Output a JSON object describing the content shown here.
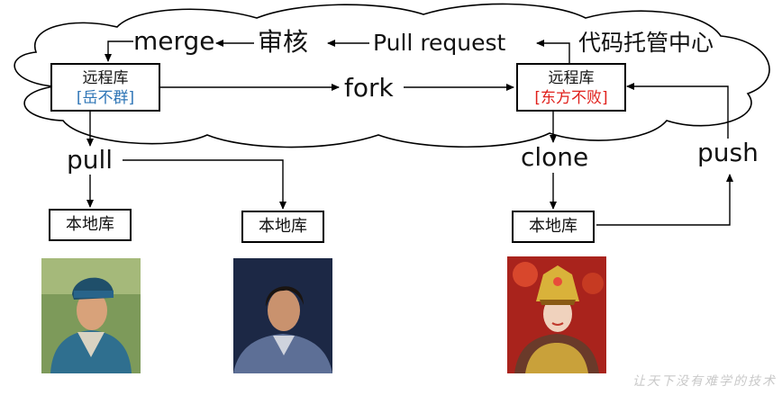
{
  "cloud": {
    "merge": "merge",
    "review": "审核",
    "pull_request": "Pull request",
    "hosting_center": "代码托管中心",
    "fork": "fork"
  },
  "repo_left": {
    "title": "远程库",
    "owner": "[岳不群]",
    "owner_color": "#2e75b6"
  },
  "repo_right": {
    "title": "远程库",
    "owner": "[东方不败]",
    "owner_color": "#e0201b"
  },
  "actions": {
    "pull": "pull",
    "clone": "clone",
    "push": "push"
  },
  "local_repos": [
    "本地库",
    "本地库",
    "本地库"
  ],
  "portraits": [
    {
      "name": "scholar-portrait",
      "icon": "person-photo"
    },
    {
      "name": "swordsman-portrait",
      "icon": "person-photo"
    },
    {
      "name": "empress-portrait",
      "icon": "person-photo"
    }
  ],
  "watermark": "让天下没有难学的技术"
}
